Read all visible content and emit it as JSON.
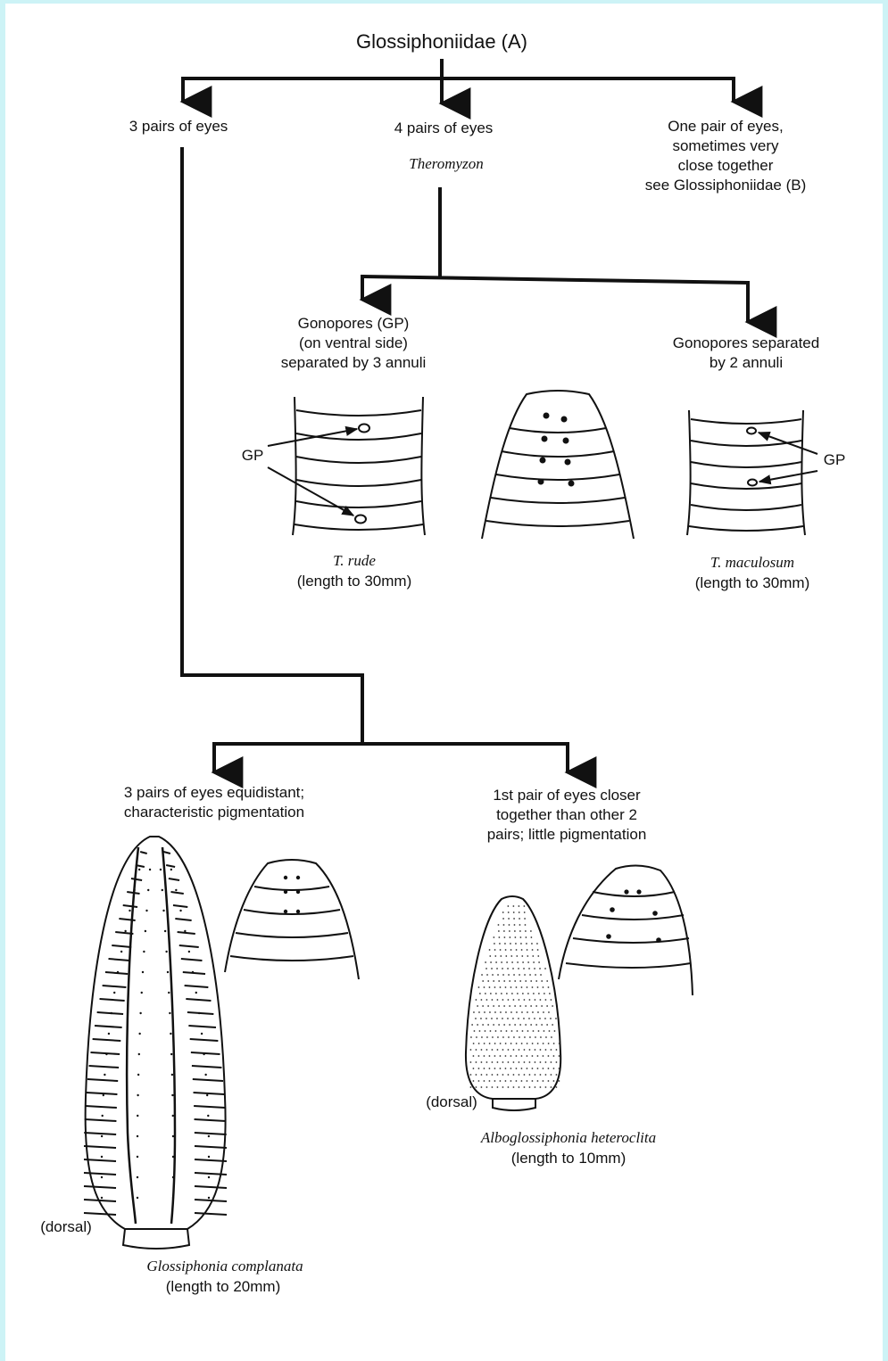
{
  "colors": {
    "ink": "#111111",
    "frame": "#cdf3f6",
    "background": "#ffffff"
  },
  "root": {
    "label": "Glossiphoniidae (A)"
  },
  "branches": [
    {
      "id": "three-pairs",
      "label": "3 pairs of eyes"
    },
    {
      "id": "four-pairs",
      "label": "4 pairs of eyes",
      "genus": "Theromyzon"
    },
    {
      "id": "one-pair",
      "lines": [
        "One pair of eyes,",
        "sometimes very",
        "close together",
        "see Glossiphoniidae (B)"
      ]
    }
  ],
  "theromyzon": {
    "left": {
      "lines": [
        "Gonopores (GP)",
        "(on ventral side)",
        "separated by 3 annuli"
      ],
      "gp_label": "GP",
      "species": "T. rude",
      "length": "(length to 30mm)"
    },
    "right": {
      "lines": [
        "Gonopores separated",
        "by 2 annuli"
      ],
      "gp_label": "GP",
      "species": "T. maculosum",
      "length": "(length to 30mm)"
    }
  },
  "glossiphonia": {
    "left": {
      "lines": [
        "3 pairs of eyes equidistant;",
        "characteristic pigmentation"
      ],
      "view": "(dorsal)",
      "species": "Glossiphonia complanata",
      "length": "(length to 20mm)"
    },
    "right": {
      "lines": [
        "1st pair of eyes closer",
        "together than other 2",
        "pairs; little pigmentation"
      ],
      "view": "(dorsal)",
      "species": "Alboglossiphonia heteroclita",
      "length": "(length to 10mm)"
    }
  }
}
